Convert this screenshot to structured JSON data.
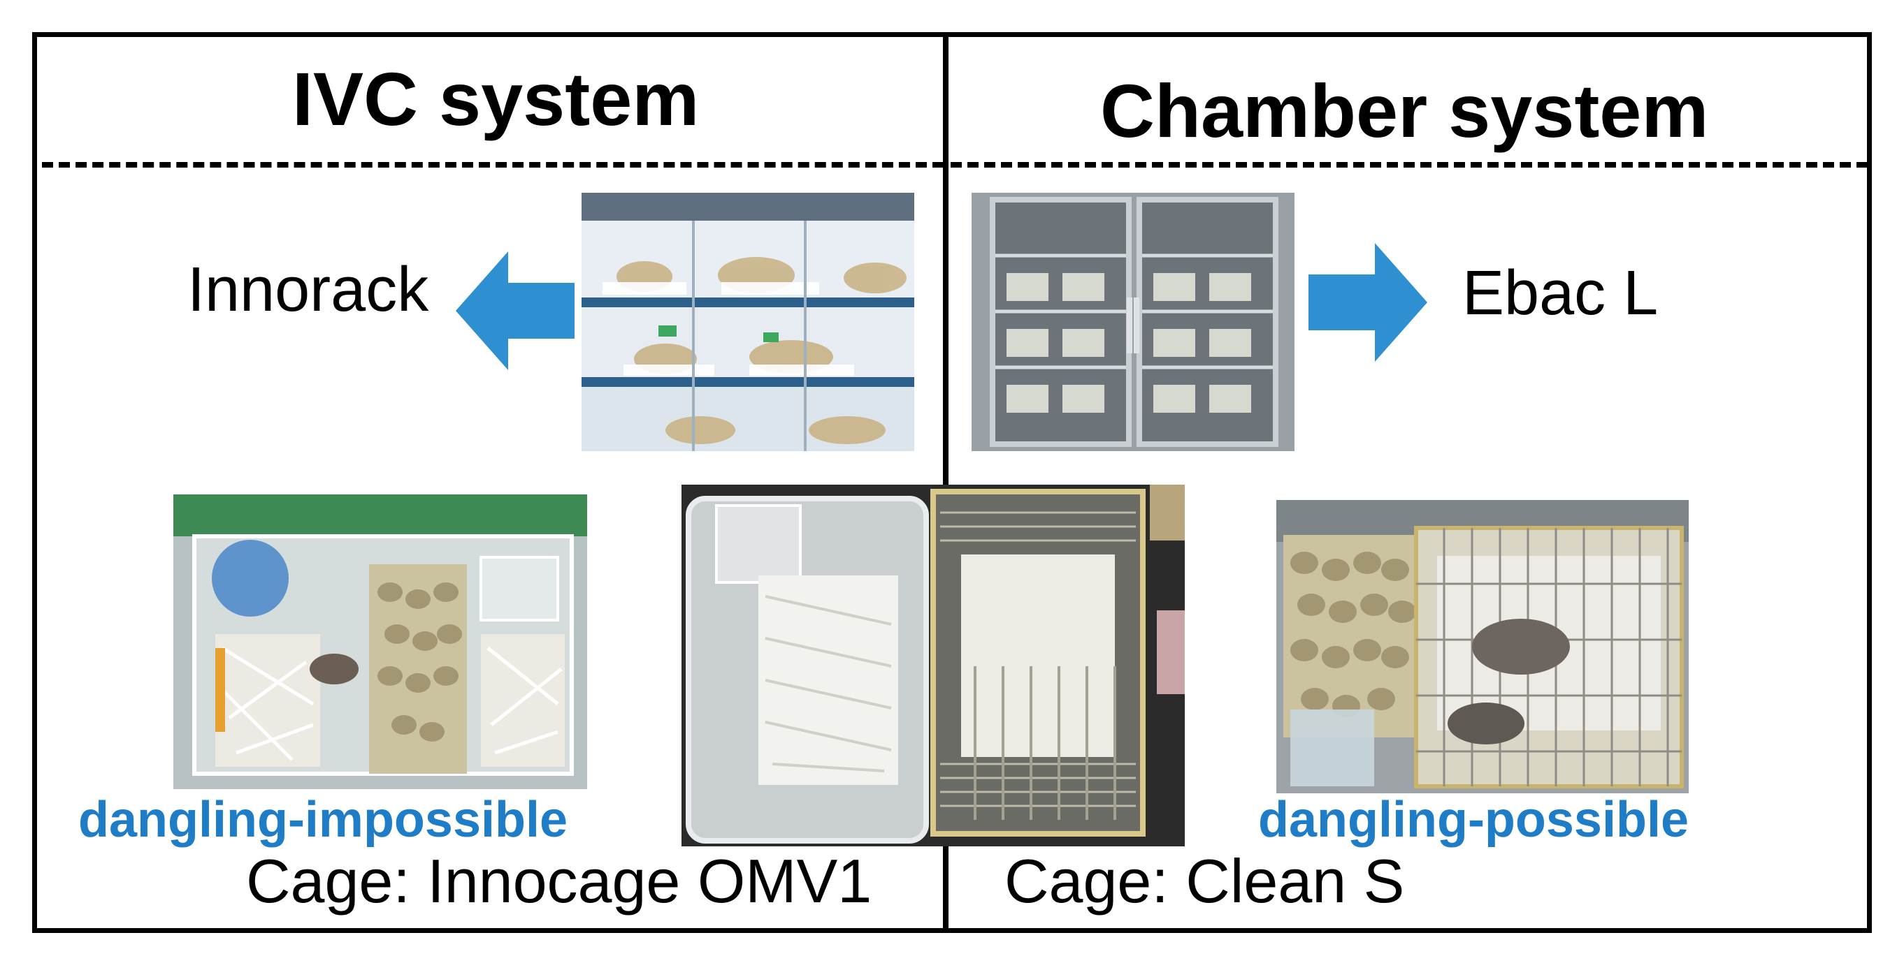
{
  "left_panel": {
    "title": "IVC system",
    "rack_label": "Innorack",
    "dangling_note": "dangling-impossible",
    "cage_label": "Cage: Innocage OMV1"
  },
  "right_panel": {
    "title": "Chamber system",
    "rack_label": "Ebac L",
    "dangling_note": "dangling-possible",
    "cage_label": "Cage: Clean S"
  },
  "colors": {
    "arrow": "#2e8fd1",
    "note_text": "#1f7dc8",
    "border": "#000000"
  },
  "icons": {
    "left_arrow": "arrow-left-icon",
    "right_arrow": "arrow-right-icon"
  }
}
